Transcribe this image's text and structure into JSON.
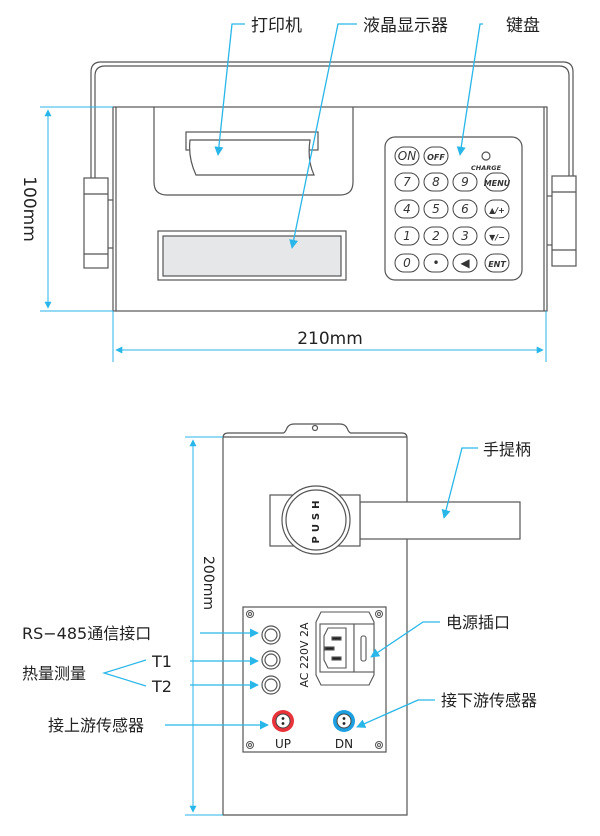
{
  "front_view": {
    "callouts": {
      "printer": "打印机",
      "lcd": "液晶显示器",
      "keypad": "键盘"
    },
    "dimensions": {
      "height": "100mm",
      "width": "210mm"
    },
    "keypad": {
      "charge_label": "CHARGE",
      "keys": [
        [
          "ON",
          "OFF"
        ],
        [
          "7",
          "8",
          "9",
          "MENU"
        ],
        [
          "4",
          "5",
          "6",
          "▲/+"
        ],
        [
          "1",
          "2",
          "3",
          "▼/−"
        ],
        [
          "0",
          "•",
          "◀",
          "ENT"
        ]
      ]
    }
  },
  "rear_view": {
    "callouts": {
      "handle": "手提柄",
      "rs485": "RS−485通信接口",
      "heat": "热量测量",
      "t1": "T1",
      "t2": "T2",
      "upstream": "接上游传感器",
      "power": "电源插口",
      "downstream": "接下游传感器"
    },
    "dimensions": {
      "height": "200mm"
    },
    "handle_button": "PUSH",
    "power_rating": "AC 220V 2A",
    "ports": {
      "up": "UP",
      "dn": "DN"
    }
  },
  "colors": {
    "callout_line": "#29b6e8",
    "up_port": "#e8333a",
    "dn_port": "#1e9fe0",
    "outline": "#555555",
    "lcd_fill": "#e6e7e8"
  }
}
